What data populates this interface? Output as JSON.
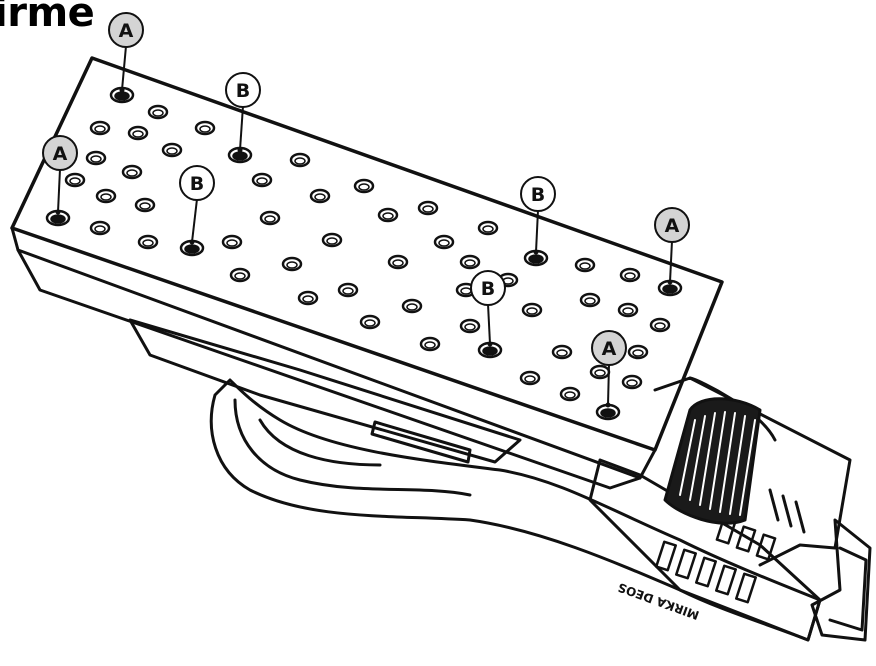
{
  "title": "irme",
  "callouts": [
    {
      "letter": "A"
    },
    {
      "letter": "A"
    },
    {
      "letter": "A"
    },
    {
      "letter": "A"
    },
    {
      "letter": "B"
    },
    {
      "letter": "B"
    },
    {
      "letter": "B"
    },
    {
      "letter": "B"
    }
  ],
  "device_label": "MIRKA DEOS",
  "colors": {
    "line": "#111111",
    "callout_a_fill": "#d4d4d4",
    "callout_b_fill": "#ffffff",
    "grip": "#1a1a1a"
  }
}
